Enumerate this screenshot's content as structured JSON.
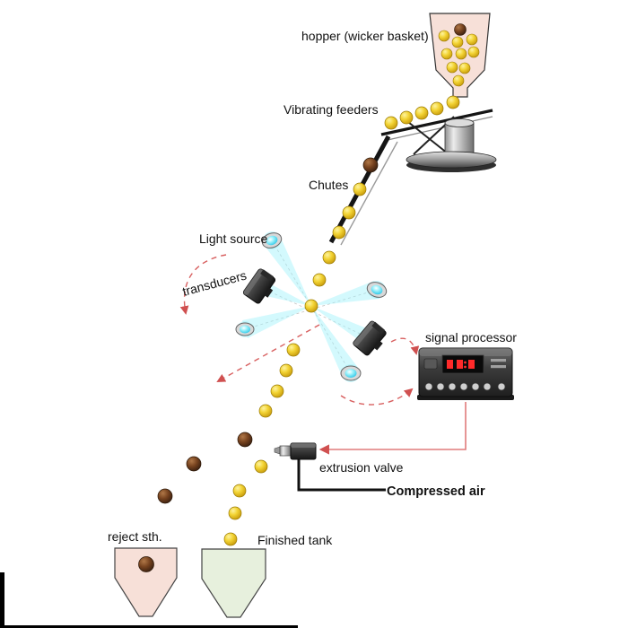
{
  "labels": {
    "hopper": "hopper (wicker basket)",
    "vibrating_feeders": "Vibrating feeders",
    "chutes": "Chutes",
    "light_source": "Light source",
    "transducers": "transducers",
    "signal_processor": "signal processor",
    "extrusion_valve": "extrusion valve",
    "compressed_air": "Compressed air",
    "reject": "reject sth.",
    "finished_tank": "Finished tank"
  },
  "colors": {
    "ball_yellow": "#f3d435",
    "ball_brown": "#77431f",
    "hopper_fill": "#f7e0d8",
    "reject_hopper_fill": "#f7e0d8",
    "finished_tank_fill": "#e7f0dd",
    "beam_cyan": "#9ff2fb",
    "signal_line_red": "#d05050",
    "led_red": "#ff2a2a",
    "machine_dark": "#2b2b2b"
  },
  "icons": {
    "lamp": "light-source-lamp",
    "transducer": "transducer-camera",
    "processor": "signal-processor-box",
    "valve": "extrusion-valve-body"
  }
}
